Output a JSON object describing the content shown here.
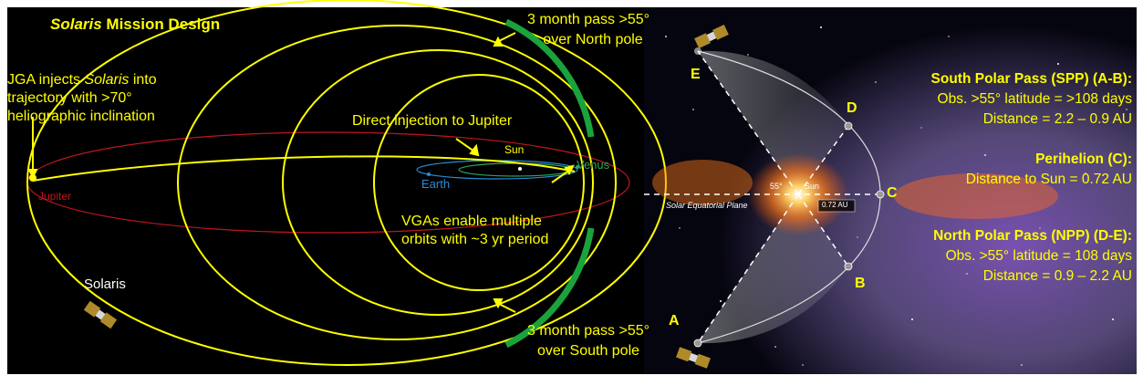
{
  "left_panel": {
    "title_italic": "Solaris",
    "title_rest": " Mission Design",
    "jga_line1_pre": "JGA injects ",
    "jga_line1_italic": "Solaris",
    "jga_line1_post": " into",
    "jga_line2": "trajectory  with >70°",
    "jga_line3": "heliographic inclination",
    "direct_injection": "Direct injection to Jupiter",
    "vga_line1": "VGAs enable multiple",
    "vga_line2": "orbits with ~3 yr period",
    "north_pass_line1": "3 month pass >55°",
    "north_pass_line2": "over North pole",
    "south_pass_line1": "3 month pass >55°",
    "south_pass_line2": "over South pole",
    "label_sun": "Sun",
    "label_venus": "Venus",
    "label_earth": "Earth",
    "label_jupiter": "Jupiter",
    "label_solaris": "Solaris"
  },
  "right_panel": {
    "point_a": "A",
    "point_b": "B",
    "point_c": "C",
    "point_d": "D",
    "point_e": "E",
    "angle_label": "55°",
    "sun_label": "Sun",
    "distance_label": "0.72 AU",
    "plane_label": "Solar Equatorial Plane",
    "spp_title": "South Polar Pass (SPP) (A-B):",
    "spp_line1": "Obs. >55° latitude = >108 days",
    "spp_line2": "Distance = 2.2 – 0.9 AU",
    "perihelion_title": "Perihelion (C):",
    "perihelion_line1": "Distance to Sun = 0.72 AU",
    "npp_title": "North Polar Pass (NPP) (D-E):",
    "npp_line1": "Obs. >55° latitude = 108 days",
    "npp_line2": "Distance = 0.9 – 2.2 AU"
  },
  "colors": {
    "orbit_yellow": "#ffff00",
    "polar_green": "#1aa33c",
    "jupiter_red": "#c0161e",
    "earth_blue": "#2a8bd6",
    "venus_green": "#2fa35f"
  }
}
